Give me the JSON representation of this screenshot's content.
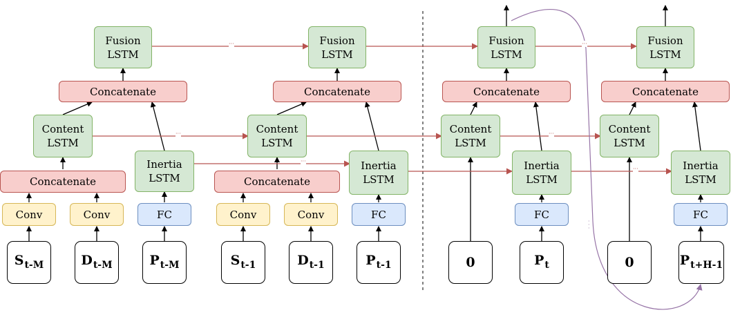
{
  "labels": {
    "fusion": [
      "Fusion",
      "LSTM"
    ],
    "content": [
      "Content",
      "LSTM"
    ],
    "inertia": [
      "Inertia",
      "LSTM"
    ],
    "concatenate": "Concatenate",
    "conv": "Conv",
    "fc": "FC",
    "ellipsis": "···"
  },
  "inputs": {
    "s_tm": {
      "main": "S",
      "sub": "t-M"
    },
    "d_tm": {
      "main": "D",
      "sub": "t-M"
    },
    "p_tm": {
      "main": "P",
      "sub": "t-M"
    },
    "s_t1": {
      "main": "S",
      "sub": "t-1"
    },
    "d_t1": {
      "main": "D",
      "sub": "t-1"
    },
    "p_t1": {
      "main": "P",
      "sub": "t-1"
    },
    "zero_a": {
      "main": "0",
      "sub": ""
    },
    "p_t": {
      "main": "P",
      "sub": "t"
    },
    "zero_b": {
      "main": "0",
      "sub": ""
    },
    "p_th": {
      "main": "P",
      "sub": "t+H-1"
    }
  },
  "colors": {
    "green_fill": "#d5e8d4",
    "green_stroke": "#82b366",
    "red_fill": "#f8cecc",
    "red_stroke": "#b85450",
    "yellow_fill": "#fff2cc",
    "yellow_stroke": "#d6b656",
    "blue_fill": "#dae8fc",
    "blue_stroke": "#6c8ebf",
    "recurrent_arrow": "#b85450",
    "feedback_arrow": "#9673a6"
  }
}
